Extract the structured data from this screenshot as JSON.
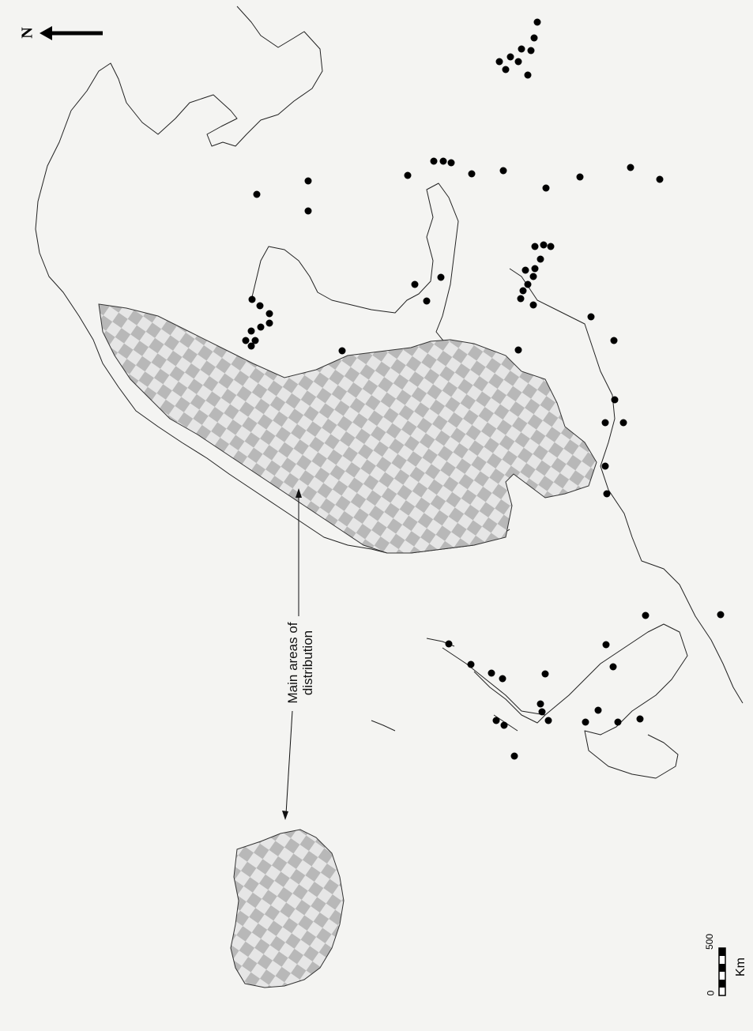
{
  "map": {
    "north_letter": "N",
    "distribution_label_line1": "Main areas of",
    "distribution_label_line2": "distribution",
    "scale_start": "0",
    "scale_end": "500",
    "scale_unit": "Km",
    "dot_color": "#000000",
    "hatch_color": "#bdbdbd"
  }
}
